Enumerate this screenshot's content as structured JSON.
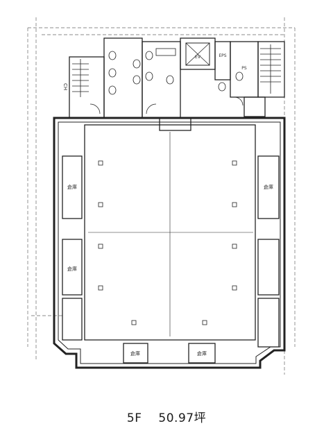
{
  "floor_plan": {
    "caption": {
      "floor": "5F",
      "area": "50.97坪"
    },
    "labels": {
      "left_vertical_mark": "CH",
      "left_storage": "倉庫",
      "right_storage": "倉庫",
      "bottom_storage_left": "倉庫",
      "bottom_storage_right": "倉庫",
      "eps": "EPS",
      "ps": "PS",
      "el": "EV",
      "left_room_lower": "倉庫"
    }
  }
}
